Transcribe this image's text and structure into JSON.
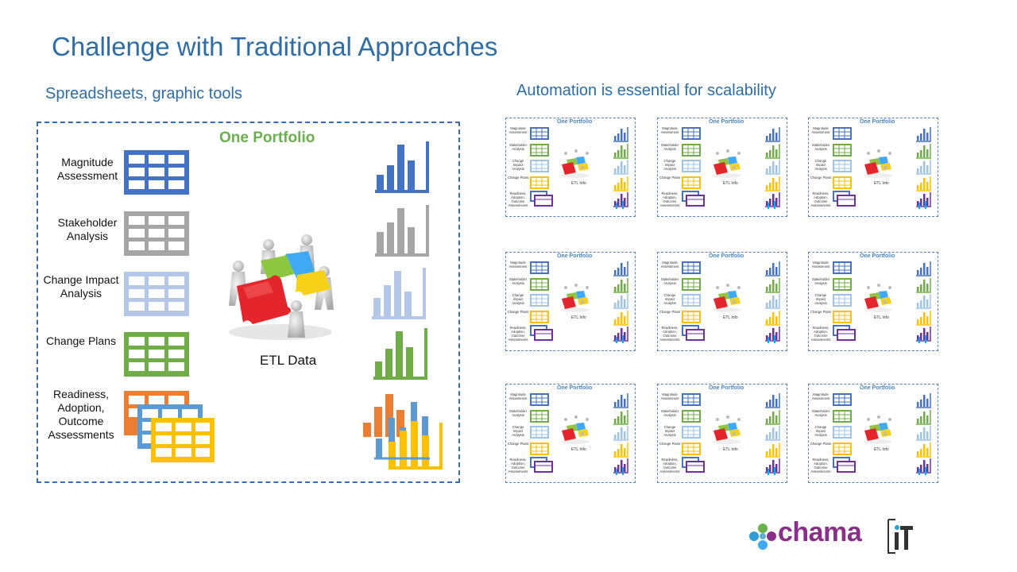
{
  "slide": {
    "title": "Challenge with Traditional Approaches",
    "left_subtitle": "Spreadsheets, graphic tools",
    "right_subtitle": "Automation is essential for scalability"
  },
  "portfolio": {
    "title": "One Portfolio",
    "center_label": "ETL Data",
    "rows": [
      {
        "label": "Magnitude Assessment",
        "color": "#4472c4"
      },
      {
        "label": "Stakeholder Analysis",
        "color": "#a5a5a5"
      },
      {
        "label": "Change Impact Analysis",
        "color": "#b4c7e7"
      },
      {
        "label": "Change Plans",
        "color": "#70ad47"
      },
      {
        "label": "Readiness, Adoption, Outcome Assessments",
        "color": "#ed7d31"
      }
    ]
  },
  "thumbnail": {
    "title": "One Portfolio",
    "etl_label": "ETL Info",
    "labels": [
      "Magnitude Assessment",
      "Stakeholder Analysis",
      "Change Impact Analysis",
      "Change Plans",
      "Readiness, Adoption, Outcome Assessments"
    ]
  },
  "logos": {
    "chama": "chama",
    "it": "iT"
  },
  "colors": {
    "title_blue": "#2e6da6",
    "portfolio_green": "#6ab04c",
    "chama_purple": "#8a2e8a"
  }
}
